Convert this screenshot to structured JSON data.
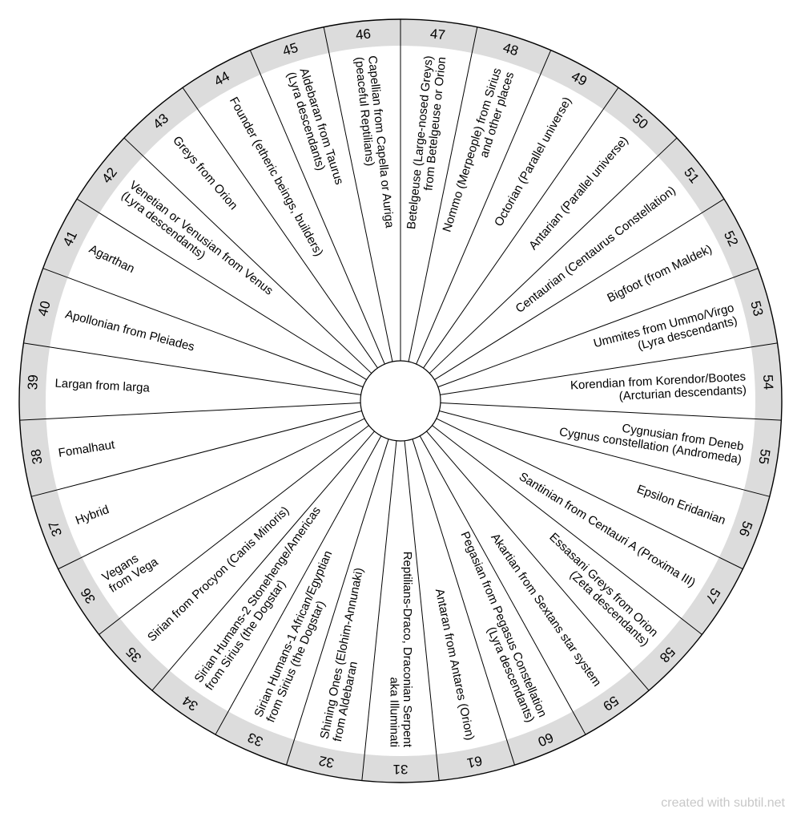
{
  "wheel": {
    "colors": {
      "ring": "#dcdcdc",
      "line": "#000000",
      "text": "#000000",
      "background": "#ffffff"
    },
    "sectors": [
      {
        "number": "31",
        "lines": [
          "Reptilians-Draco, Draconian Serpent",
          "aka Illuminati"
        ]
      },
      {
        "number": "32",
        "lines": [
          "Shining Ones (Elohim-Annunaki)",
          "from Aldebaran"
        ]
      },
      {
        "number": "33",
        "lines": [
          "Sirian Humans-1 African/Egyptian",
          "from Sirius (the Dogstar)"
        ]
      },
      {
        "number": "34",
        "lines": [
          "Sirian Humans-2 Stonehenge/Americas",
          "from Sirius (the Dogstar)"
        ]
      },
      {
        "number": "35",
        "lines": [
          "Sirian from Procyon (Canis Minoris)"
        ]
      },
      {
        "number": "36",
        "lines": [
          "Vegans",
          "from Vega"
        ]
      },
      {
        "number": "37",
        "lines": [
          "Hybrid"
        ]
      },
      {
        "number": "38",
        "lines": [
          "Fomalhaut"
        ]
      },
      {
        "number": "39",
        "lines": [
          "Largan from larga"
        ]
      },
      {
        "number": "40",
        "lines": [
          "Apollonian from Pleiades"
        ]
      },
      {
        "number": "41",
        "lines": [
          "Agarthan"
        ]
      },
      {
        "number": "42",
        "lines": [
          "Venetian or Venusian from Venus",
          "(Lyra descendants)"
        ]
      },
      {
        "number": "43",
        "lines": [
          "Greys from Orion"
        ]
      },
      {
        "number": "44",
        "lines": [
          "Founder (etheric beings, builders)"
        ]
      },
      {
        "number": "45",
        "lines": [
          "Aldebaran from Taurus",
          "(Lyra descendants)"
        ]
      },
      {
        "number": "46",
        "lines": [
          "Capellian from Capella or Auriga",
          "(peaceful Reptilians)"
        ]
      },
      {
        "number": "47",
        "lines": [
          "Betelgeuse (Large-nosed Greys)",
          "from Betelgeuse or Orion"
        ]
      },
      {
        "number": "48",
        "lines": [
          "Nommo (Merpeople) from Sirius",
          "and other places"
        ]
      },
      {
        "number": "49",
        "lines": [
          "Octorian (Parallel universe)"
        ]
      },
      {
        "number": "50",
        "lines": [
          "Antarian (Parallel universe)"
        ]
      },
      {
        "number": "51",
        "lines": [
          "Centaurian (Centaurus Constellation)"
        ]
      },
      {
        "number": "52",
        "lines": [
          "Bigfoot (from Maldek)"
        ]
      },
      {
        "number": "53",
        "lines": [
          "Ummites from Ummo/Virgo",
          "(Lyra descendants)"
        ]
      },
      {
        "number": "54",
        "lines": [
          "Korendian from Korendor/Bootes",
          "(Arcturian descendants)"
        ]
      },
      {
        "number": "55",
        "lines": [
          "Cygnusian from Deneb",
          "Cygnus constellation (Andromeda)"
        ]
      },
      {
        "number": "56",
        "lines": [
          "Epsilon Eridanian"
        ]
      },
      {
        "number": "57",
        "lines": [
          "Santinian from Centauri A (Proxima III)"
        ]
      },
      {
        "number": "58",
        "lines": [
          "Essasani Greys from Orion",
          "(Zeta descendants)"
        ]
      },
      {
        "number": "59",
        "lines": [
          "Akartian from Sextans star system"
        ]
      },
      {
        "number": "60",
        "lines": [
          "Pegasian from Pegasus Constellation",
          "(Lyra descendants)"
        ]
      },
      {
        "number": "61",
        "lines": [
          "Antaran from Antares (Orion)"
        ]
      }
    ]
  },
  "footer": {
    "credit": "created with subtil.net"
  }
}
